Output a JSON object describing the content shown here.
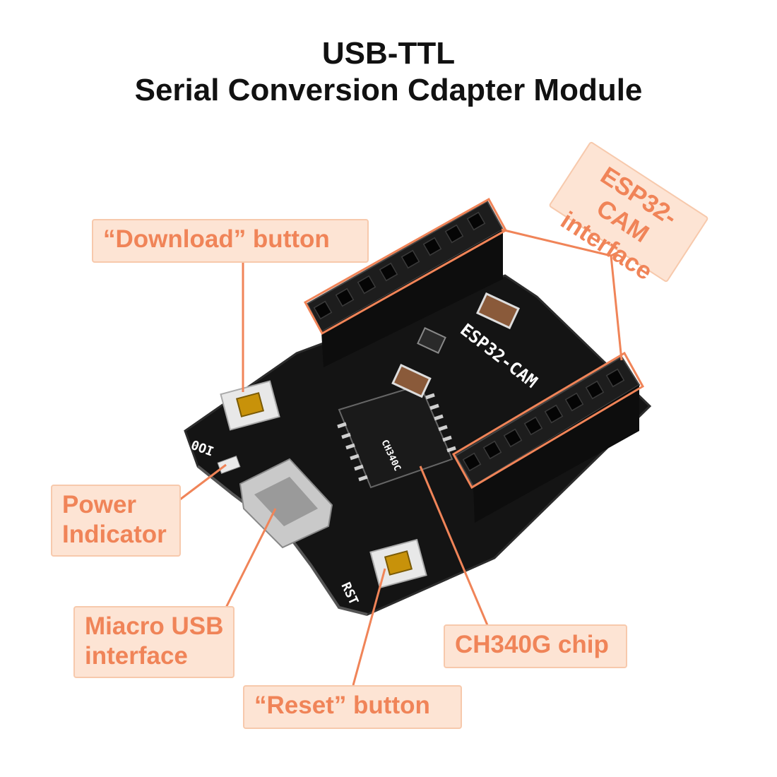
{
  "title": {
    "line1": "USB-TTL",
    "line2": "Serial Conversion Cdapter Module"
  },
  "callouts": {
    "download_button": "“Download” button",
    "esp32_interface": "ESP32-CAM interface",
    "power_indicator_line1": "Power",
    "power_indicator_line2": "Indicator",
    "micro_usb_line1": "Miacro USB",
    "micro_usb_line2": "interface",
    "ch340g_chip": "CH340G chip",
    "reset_button": "“Reset” button"
  },
  "board_markings": {
    "io0": "IO0",
    "rst": "RST",
    "esp32_cam": "ESP32-CAM",
    "chip_text": "CH340C"
  },
  "colors": {
    "callout_bg": "#fde4d4",
    "callout_text": "#f08458",
    "leader_line": "#f08458",
    "board": "#141414"
  }
}
